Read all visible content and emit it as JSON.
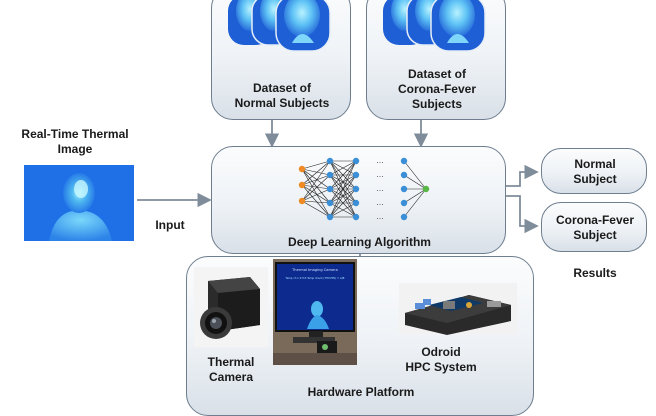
{
  "datasets": {
    "normal": {
      "label": "Dataset of\nNormal Subjects"
    },
    "fever": {
      "label": "Dataset of\nCorona-Fever\nSubjects"
    }
  },
  "input": {
    "title": "Real-Time Thermal\nImage",
    "arrow_label": "Input"
  },
  "algorithm": {
    "label": "Deep Learning Algorithm"
  },
  "outputs": {
    "normal": "Normal\nSubject",
    "fever": "Corona-Fever\nSubject",
    "results_label": "Results"
  },
  "hardware": {
    "label": "Hardware Platform",
    "camera_label": "Thermal\nCamera",
    "odroid_label": "Odroid\nHPC System",
    "monitor_title": "Thermal Imaging Camera",
    "monitor_line": "Temp ch 1 27C3 Temp check (TH0 PPS) = A/B"
  },
  "colors": {
    "box_border": "#6e7e8f",
    "arrow": "#7f8c99",
    "thermal_bg": "#1f6fe6",
    "node_orange": "#f08a24",
    "node_blue": "#3a8fd6",
    "node_green": "#58b846"
  }
}
